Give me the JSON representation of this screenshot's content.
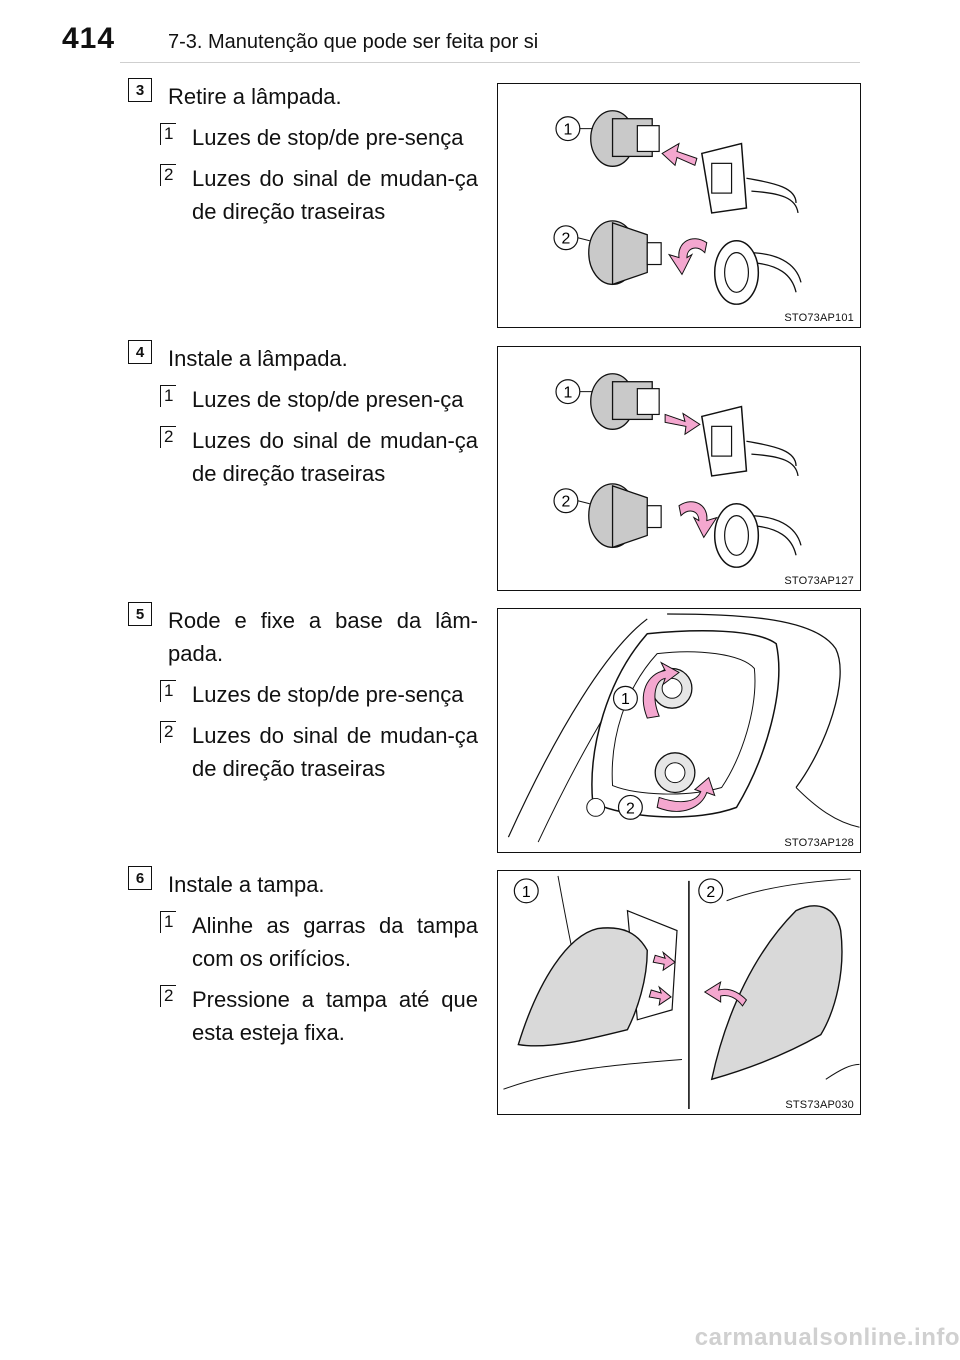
{
  "header": {
    "page_number": "414",
    "section_title": "7-3. Manutenção que pode ser feita por si"
  },
  "steps": [
    {
      "number": "3",
      "title": "Retire a lâmpada.",
      "items": [
        {
          "num": "1",
          "text": "Luzes de stop/de pre-sença"
        },
        {
          "num": "2",
          "text": "Luzes do sinal de mudan-ça de direção traseiras"
        }
      ],
      "figure": {
        "caption": "STO73AP101",
        "callouts": [
          "1",
          "2"
        ]
      }
    },
    {
      "number": "4",
      "title": "Instale a lâmpada.",
      "items": [
        {
          "num": "1",
          "text": "Luzes de stop/de presen-ça"
        },
        {
          "num": "2",
          "text": "Luzes do sinal de mudan-ça de direção traseiras"
        }
      ],
      "figure": {
        "caption": "STO73AP127",
        "callouts": [
          "1",
          "2"
        ]
      }
    },
    {
      "number": "5",
      "title": "Rode e fixe a base da lâm-pada.",
      "items": [
        {
          "num": "1",
          "text": "Luzes de stop/de pre-sença"
        },
        {
          "num": "2",
          "text": "Luzes do sinal de mudan-ça de direção traseiras"
        }
      ],
      "figure": {
        "caption": "STO73AP128",
        "callouts": [
          "1",
          "2"
        ]
      }
    },
    {
      "number": "6",
      "title": "Instale a tampa.",
      "items": [
        {
          "num": "1",
          "text": "Alinhe as garras da tampa com os orifícios."
        },
        {
          "num": "2",
          "text": "Pressione a tampa até que esta esteja fixa."
        }
      ],
      "figure": {
        "caption": "STS73AP030",
        "callouts": [
          "1",
          "2"
        ]
      }
    }
  ],
  "watermark": "carmanualsonline.info",
  "colors": {
    "arrow_pink": "#f4a7cf",
    "bulb_gray": "#c9c9c9",
    "line": "#111111",
    "cover_gray": "#d9d9d9"
  }
}
